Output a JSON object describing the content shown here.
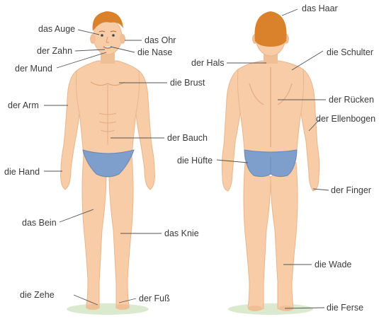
{
  "labels": {
    "haar": "das Haar",
    "auge": "das Auge",
    "ohr": "das Ohr",
    "zahn": "der Zahn",
    "nase": "die Nase",
    "mund": "der Mund",
    "brust": "die Brust",
    "arm": "der Arm",
    "bauch": "der Bauch",
    "hand": "die Hand",
    "bein": "das Bein",
    "knie": "das Knie",
    "zehe": "die Zehe",
    "fuss": "der Fuß",
    "hals": "der Hals",
    "schulter": "die Schulter",
    "ruecken": "der Rücken",
    "ellenbogen": "der Ellenbogen",
    "huefte": "die Hüfte",
    "finger": "der Finger",
    "wade": "die Wade",
    "ferse": "die Ferse"
  },
  "colors": {
    "skin": "#f7cca6",
    "skin_shade": "#eab68c",
    "hair": "#d9822b",
    "shorts": "#7e9ecb",
    "ground": "#dbe9cf",
    "line": "#555555"
  }
}
